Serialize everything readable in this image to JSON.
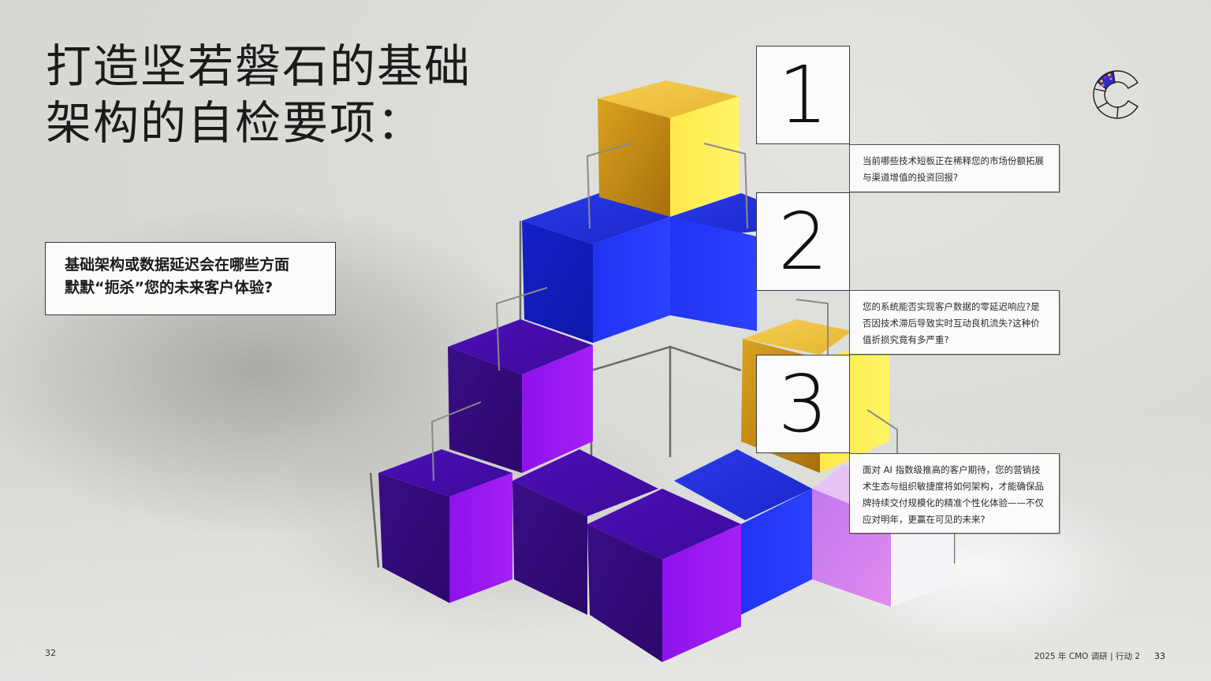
{
  "page": {
    "title_lines": [
      "打造坚若磐石的基础",
      "架构的自检要项："
    ],
    "question": {
      "lines": [
        "基础架构或数据延迟会在哪些方面",
        "默默“扼杀”您的未来客户体验?"
      ]
    },
    "checklist": [
      {
        "number": "1",
        "text": "当前哪些技术短板正在稀释您的市场份额拓展与渠道增值的投资回报?"
      },
      {
        "number": "2",
        "text": "您的系统能否实现客户数据的零延迟响应?是否因技术滞后导致实时互动良机流失?这种价值折损究竟有多严重?"
      },
      {
        "number": "3",
        "text": "面对 AI 指数级推高的客户期待，您的营销技术生态与组织敏捷度将如何架构，才能确保品牌持续交付规模化的精准个性化体验——不仅应对明年，更赢在可见的未来?"
      }
    ],
    "logo_icon": "segmented-c-logo-icon",
    "colors": {
      "yellow": "#f2c12e",
      "blue": "#1f2ff0",
      "violet": "#6a10d8",
      "purple": "#9a18f0",
      "pink": "#d77ff0",
      "background": "#d9dbd6"
    }
  },
  "footer": {
    "left_page": "32",
    "publication": "2025 年 CMO 调研 | 行动 2",
    "right_page": "33"
  }
}
